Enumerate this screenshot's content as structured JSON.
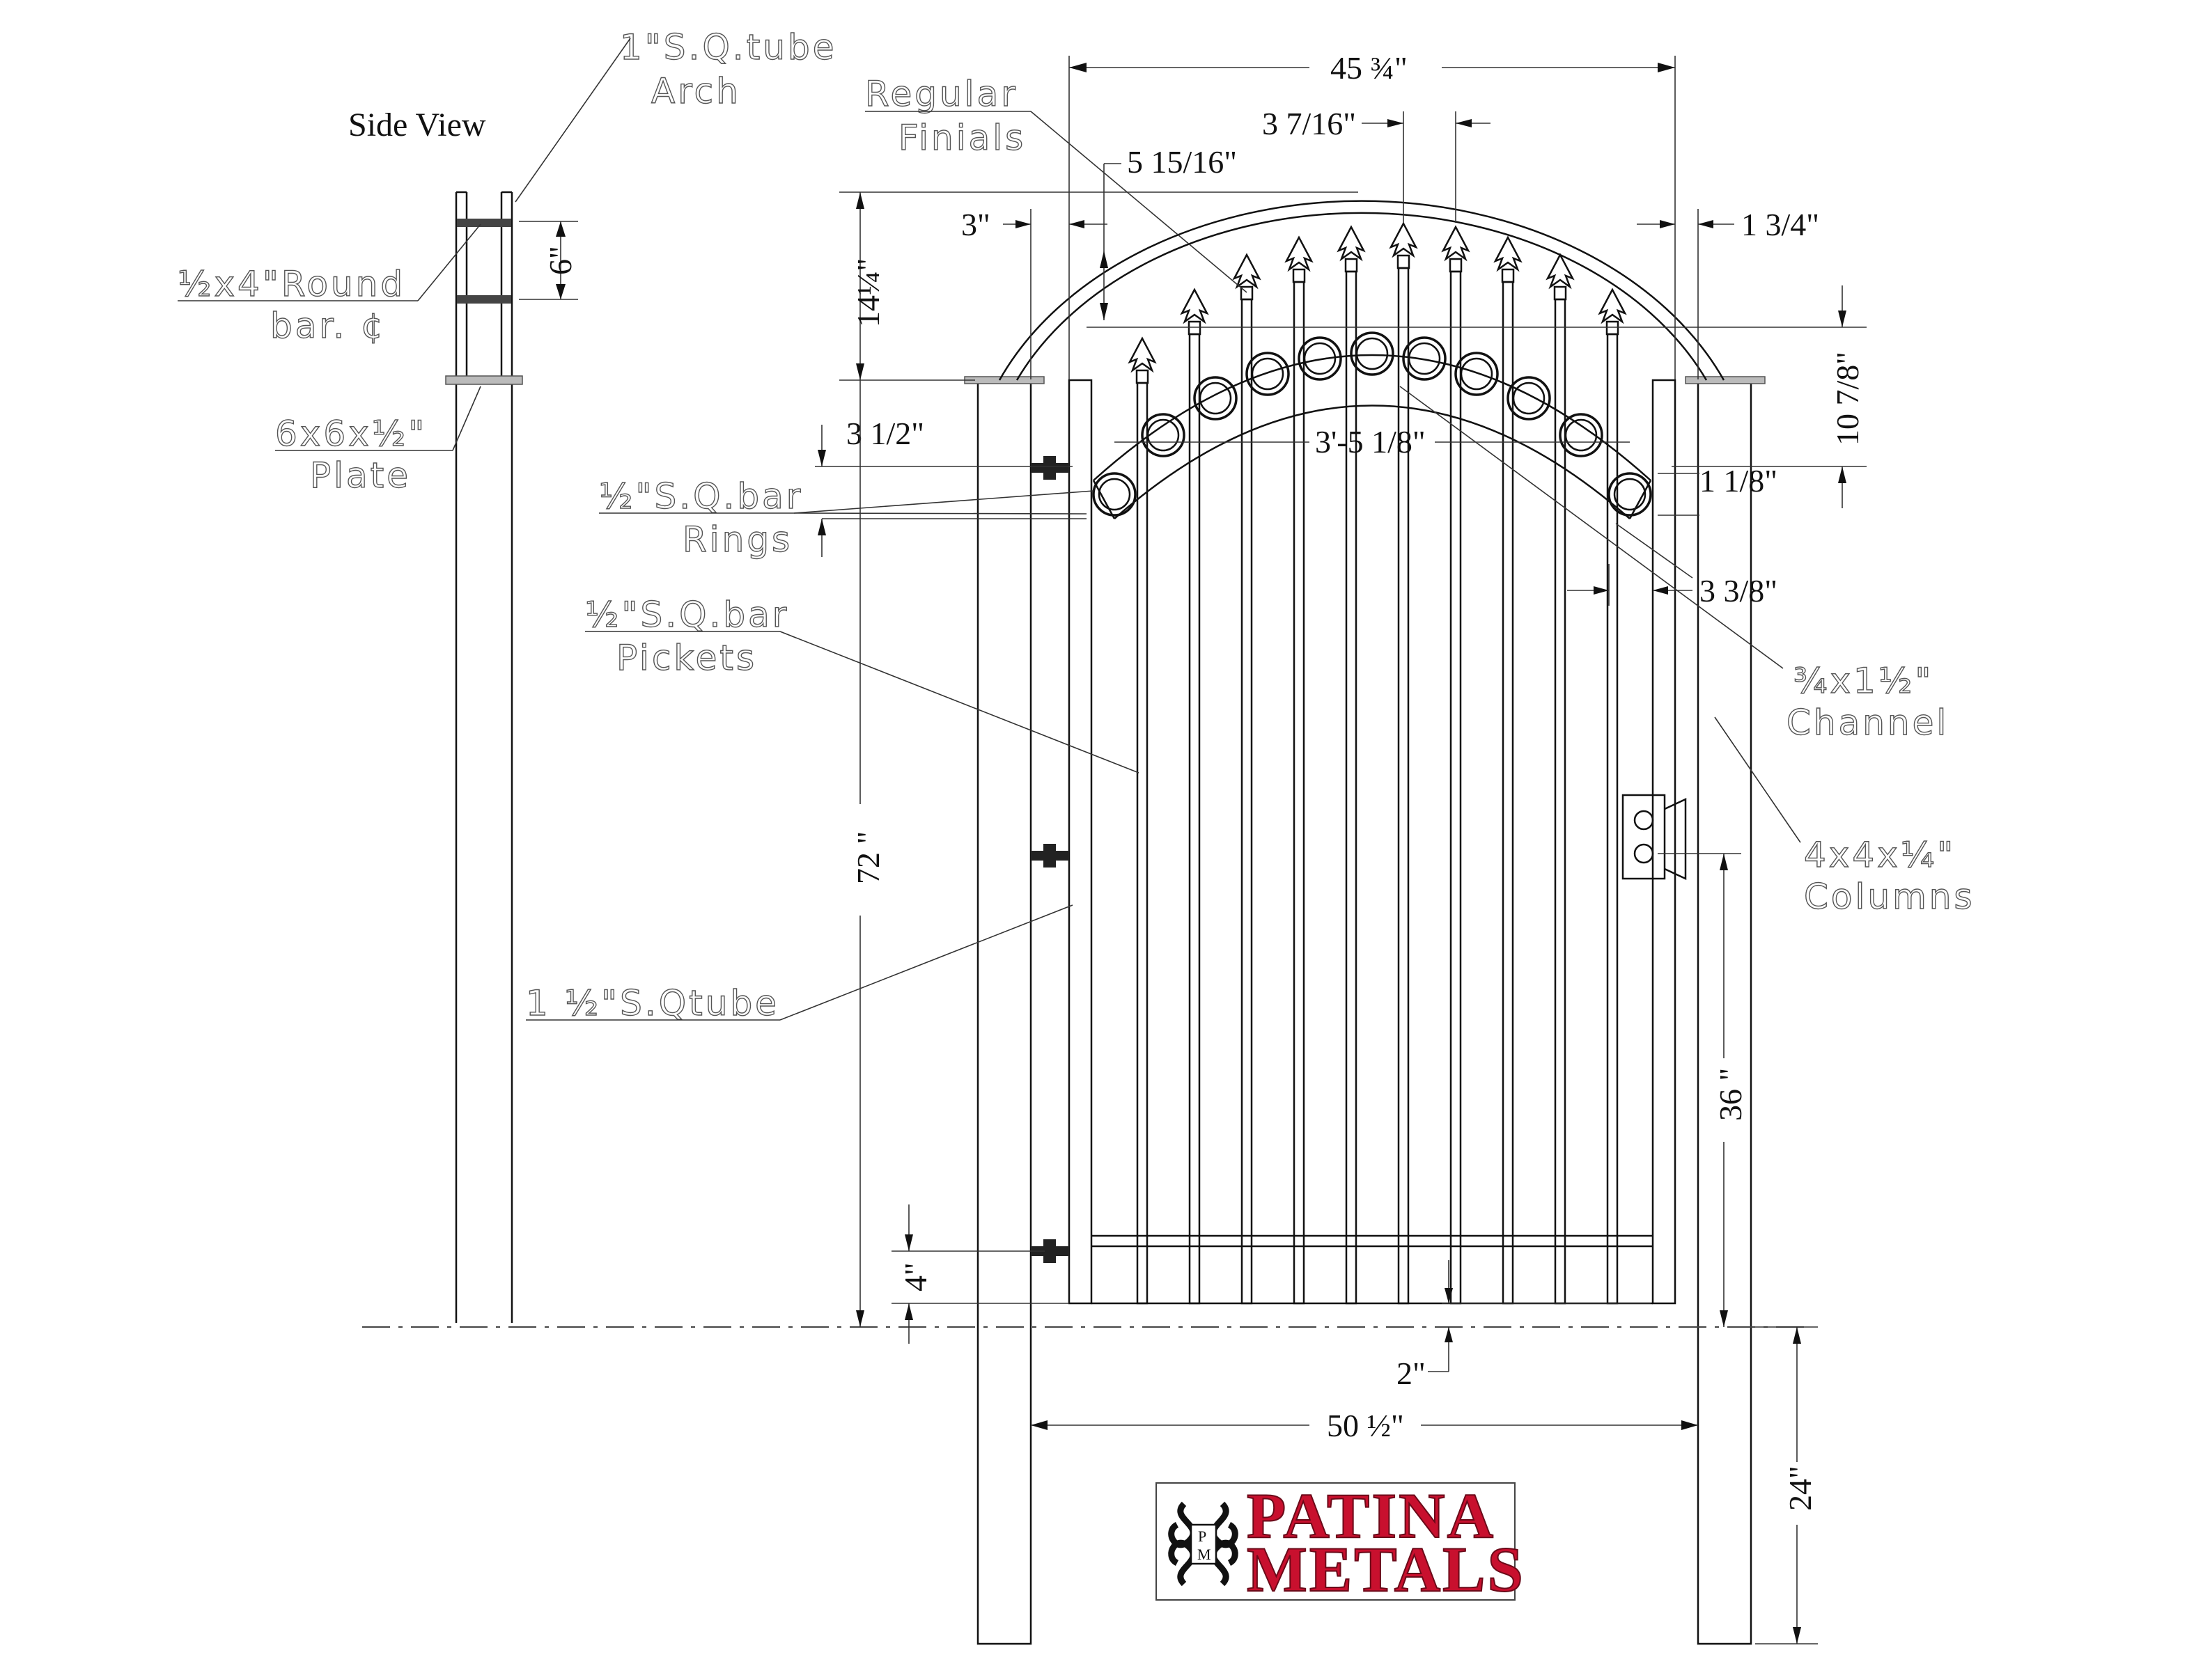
{
  "side_view": {
    "title": "Side View",
    "dim_6": "6\""
  },
  "labels": {
    "arch_line1": "1\"S.Q.tube",
    "arch_line2": "Arch",
    "finials_line1": "Regular",
    "finials_line2": "Finials",
    "roundbar_line1": "½x4\"Round",
    "roundbar_line2": "bar. ¢",
    "plate_line1": "6x6x½\"",
    "plate_line2": "Plate",
    "rings_line1": "½\"S.Q.bar",
    "rings_line2": "Rings",
    "pickets_line1": "½\"S.Q.bar",
    "pickets_line2": "Pickets",
    "tube": "1 ½\"S.Qtube",
    "channel_line1": "¾x1½\"",
    "channel_line2": "Channel",
    "columns_line1": "4x4x¼\"",
    "columns_line2": "Columns"
  },
  "dimensions": {
    "width_top": "45 ¾\"",
    "picket_spacing": "3 7/16\"",
    "finial_offset": "5 15/16\"",
    "left_gap": "3\"",
    "right_gap": "1 3/4\"",
    "arch_rise": "14¼\"",
    "right_rise": "10 7/8\"",
    "ring_drop": "3 1/2\"",
    "arch_span": "3'-5 1/8\"",
    "ring_size": "1 1/8\"",
    "ring_offset": "3 3/8\"",
    "height": "72 \"",
    "latch_height": "36 \"",
    "bottom_rail": "4\"",
    "ground_gap": "2\"",
    "width_bottom": "50 ½\"",
    "footing": "24\""
  },
  "logo": {
    "line1": "PATINA",
    "line2": "METALS",
    "monogram_p": "P",
    "monogram_m": "M",
    "colors": {
      "text": "#c8102e",
      "outline": "#6b0a19"
    }
  }
}
